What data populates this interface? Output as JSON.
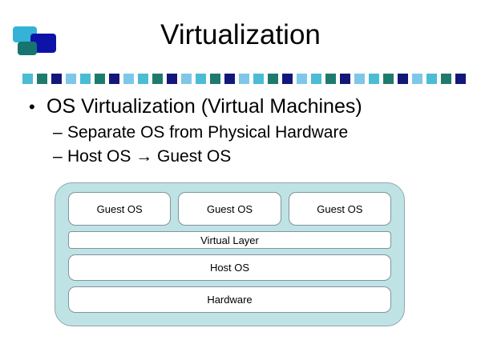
{
  "slide": {
    "title": "Virtualization",
    "background_color": "#ffffff",
    "title_color": "#000000"
  },
  "logo": {
    "name": "virtualization-logo",
    "chips": [
      {
        "name": "logo-chip-cyan",
        "color": "#35b3d6"
      },
      {
        "name": "logo-chip-navy",
        "color": "#0d12a8"
      },
      {
        "name": "logo-chip-teal",
        "color": "#17746f"
      }
    ]
  },
  "decor_band": {
    "square_count": 31,
    "palette": [
      "#4bbcd4",
      "#1f7a6e",
      "#14177a",
      "#7ec7e8"
    ]
  },
  "bullets": [
    {
      "level": 1,
      "marker": "•",
      "text": "OS Virtualization (Virtual Machines)"
    },
    {
      "level": 2,
      "marker": "–",
      "text": "Separate OS from Physical Hardware"
    },
    {
      "level": 2,
      "marker": "–",
      "text": "Host OS → Guest OS"
    }
  ],
  "diagram": {
    "container_fill": "#bfe2e5",
    "container_border": "#8fa8ad",
    "box_fill": "#ffffff",
    "box_border": "#7f9599",
    "guest_boxes": [
      {
        "label": "Guest OS"
      },
      {
        "label": "Guest OS"
      },
      {
        "label": "Guest OS"
      }
    ],
    "virtual_layer": {
      "label": "Virtual Layer"
    },
    "host_os": {
      "label": "Host OS"
    },
    "hardware": {
      "label": "Hardware"
    }
  }
}
